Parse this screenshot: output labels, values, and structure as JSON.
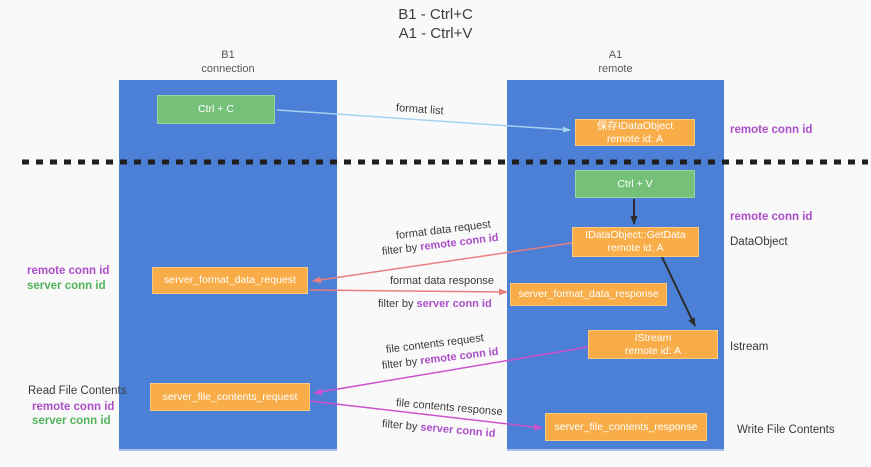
{
  "title": {
    "line1": "B1 - Ctrl+C",
    "line2": "A1 - Ctrl+V"
  },
  "lanes": {
    "left": {
      "header_top": "B1",
      "header_bottom": "connection"
    },
    "right": {
      "header_top": "A1",
      "header_bottom": "remote"
    }
  },
  "nodes": {
    "ctrl_c": {
      "label": "Ctrl + C"
    },
    "save_dataobject": {
      "line1": "保存IDataObject",
      "line2": "remote id: A"
    },
    "ctrl_v": {
      "label": "Ctrl + V"
    },
    "getdata": {
      "line1": "IDataObject::GetData",
      "line2": "remote id: A"
    },
    "istream": {
      "line1": "IStream",
      "line2": "remote id: A"
    },
    "format_request": {
      "label": "server_format_data_request"
    },
    "format_response": {
      "label": "server_format_data_response"
    },
    "file_request": {
      "label": "server_file_contents_request"
    },
    "file_response": {
      "label": "server_file_contents_response"
    }
  },
  "side_labels": {
    "remote_conn_top": "remote conn id",
    "remote_conn_mid": "remote conn id",
    "dataobject": "DataObject",
    "istream": "Istream",
    "write_file": "Write File Contents",
    "read_file": "Read File Contents",
    "left_remote_format": "remote conn id",
    "left_server_format": "server conn id",
    "left_remote_file": "remote conn id",
    "left_server_file": "server conn id"
  },
  "edge_labels": {
    "format_list": "format list",
    "format_request": {
      "text": "format data request",
      "filter_prefix": "filter by ",
      "filter_key": "remote conn id"
    },
    "format_response": {
      "text": "format data response",
      "filter_prefix": "filter by ",
      "filter_key": "server conn id"
    },
    "file_request": {
      "text": "file contents request",
      "filter_prefix": "filter by ",
      "filter_key": "remote conn id"
    },
    "file_response": {
      "text": "file contents response",
      "filter_prefix": "filter by ",
      "filter_key": "server conn id"
    }
  },
  "colors": {
    "lane_blue": "#4c80d6",
    "node_green": "#76c17a",
    "node_orange": "#f8ad49",
    "label_purple": "#ab4ec8",
    "label_green": "#52b25c",
    "arrow_salmon": "#e87e7e",
    "arrow_magenta": "#cd52cd",
    "arrow_lightblue": "#a4d3ee",
    "arrow_black": "#2b2b2b"
  }
}
